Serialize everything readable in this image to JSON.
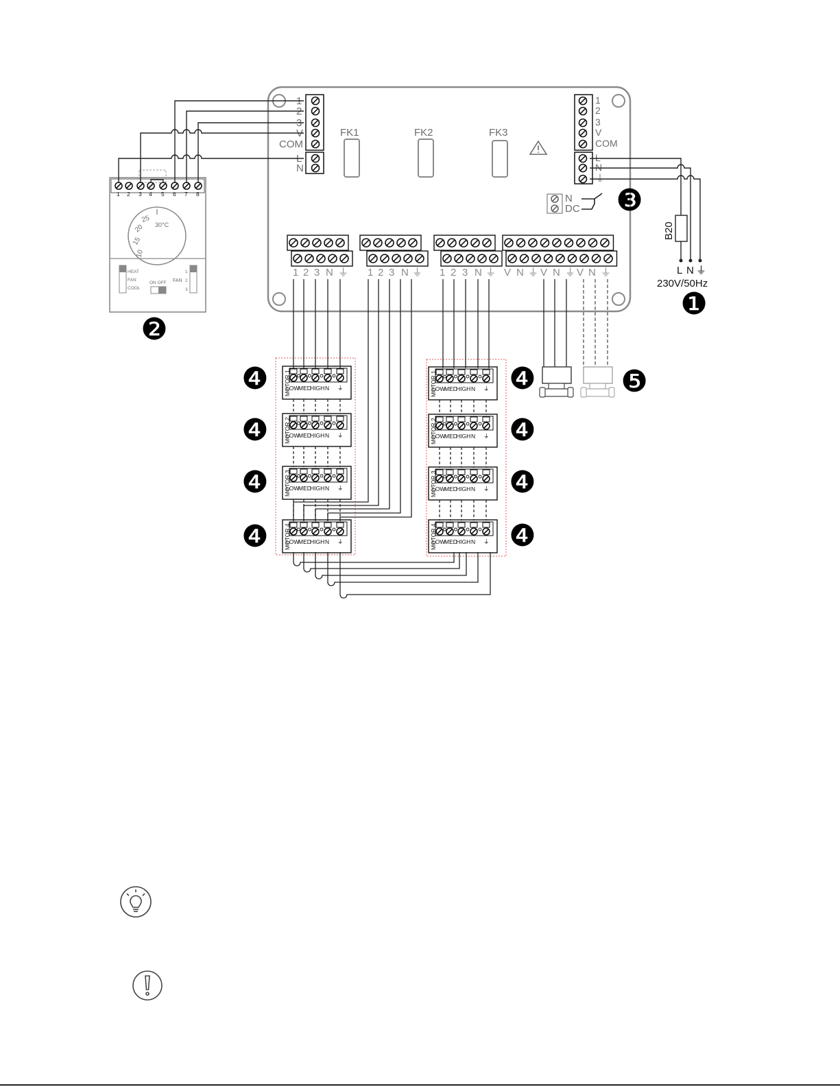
{
  "controller": {
    "left_terminals": [
      "1",
      "2",
      "3",
      "V",
      "COM",
      "L",
      "N"
    ],
    "right_terminals": [
      "1",
      "2",
      "3",
      "V",
      "COM",
      "L",
      "N",
      "⏚"
    ],
    "relays": [
      "FK1",
      "FK2",
      "FK3"
    ],
    "warning_icon": "warning-triangle-icon",
    "dc_contact": [
      "N",
      "DC"
    ],
    "bottom_groups": [
      [
        "1",
        "2",
        "3",
        "N",
        "⏚"
      ],
      [
        "1",
        "2",
        "3",
        "N",
        "⏚"
      ],
      [
        "1",
        "2",
        "3",
        "N",
        "⏚"
      ],
      [
        "V",
        "N",
        "⏚",
        "V",
        "N",
        "⏚",
        "V",
        "N",
        "⏚"
      ]
    ]
  },
  "thermostat": {
    "terminals": [
      "1",
      "2",
      "3",
      "4",
      "5",
      "6",
      "7",
      "8"
    ],
    "dial_labels": [
      "10",
      "15",
      "20",
      "25",
      "30°C"
    ],
    "mode_labels": [
      "HEAT",
      "FAN",
      "COOL"
    ],
    "switch_label": "ON OFF",
    "fan_label": "FAN",
    "fan_positions": [
      "1",
      "2",
      "3"
    ]
  },
  "power": {
    "breaker": "B20",
    "terminals": [
      "L",
      "N",
      "⏚"
    ],
    "supply": "230V/50Hz"
  },
  "motors": {
    "names": [
      "MOTOR 1",
      "MOTOR 2",
      "MOTOR 3",
      "MOTOR 4"
    ],
    "terminals": [
      "LOW",
      "MED",
      "HIGH",
      "N",
      "⏚"
    ]
  },
  "callouts": {
    "power": "❶",
    "thermostat": "❷",
    "dc_contact": "❸",
    "motor": "❹",
    "valve": "❺"
  },
  "icons": [
    "lightbulb-tip-icon",
    "exclamation-notice-icon"
  ]
}
